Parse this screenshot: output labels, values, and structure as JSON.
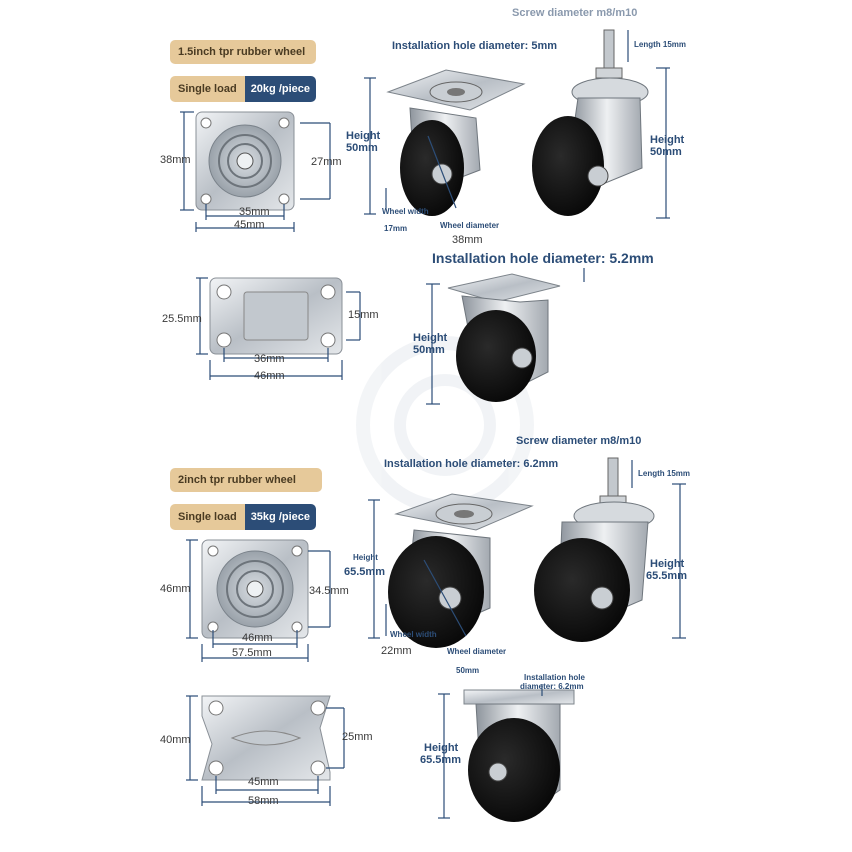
{
  "colors": {
    "annotation": "#2c4d77",
    "tan": "#e6c99a",
    "navy": "#2c4d77",
    "dim_line": "#2c4d77"
  },
  "section1": {
    "title": "1.5inch tpr rubber wheel",
    "load_label": "Single load",
    "load_value": "20kg /piece",
    "plate": {
      "height": "38mm",
      "inner_height": "27mm",
      "inner_width": "35mm",
      "width": "45mm"
    },
    "swivel": {
      "hole": "Installation hole diameter: 5mm",
      "height_label": "Height",
      "height_value": "50mm",
      "wheel_width_label": "Wheel width",
      "wheel_width_value": "17mm",
      "wheel_diameter_label": "Wheel diameter",
      "wheel_diameter_value": "38mm"
    },
    "stem": {
      "screw": "Screw diameter m8/m10",
      "length": "Length 15mm",
      "height_label": "Height",
      "height_value": "50mm"
    }
  },
  "section2": {
    "plate": {
      "height": "25.5mm",
      "inner_height": "15mm",
      "inner_width": "36mm",
      "width": "46mm"
    },
    "fixed": {
      "hole": "Installation hole diameter: 5.2mm",
      "height_label": "Height",
      "height_value": "50mm"
    }
  },
  "section3": {
    "title": "2inch tpr rubber wheel",
    "load_label": "Single load",
    "load_value": "35kg /piece",
    "plate": {
      "height": "46mm",
      "inner_height": "34.5mm",
      "inner_width": "46mm",
      "width": "57.5mm"
    },
    "swivel": {
      "hole": "Installation hole diameter: 6.2mm",
      "height_label": "Height",
      "height_value": "65.5mm",
      "wheel_width_label": "Wheel width",
      "wheel_width_value": "22mm",
      "wheel_diameter_label": "Wheel diameter",
      "wheel_diameter_value": "50mm"
    },
    "stem": {
      "screw": "Screw diameter m8/m10",
      "length": "Length 15mm",
      "height_label": "Height",
      "height_value": "65.5mm"
    }
  },
  "section4": {
    "plate": {
      "height": "40mm",
      "inner_height": "25mm",
      "inner_width": "45mm",
      "width": "58mm"
    },
    "fixed": {
      "hole_line1": "Installation hole",
      "hole_line2": "diameter: 6.2mm",
      "height_label": "Height",
      "height_value": "65.5mm"
    }
  }
}
